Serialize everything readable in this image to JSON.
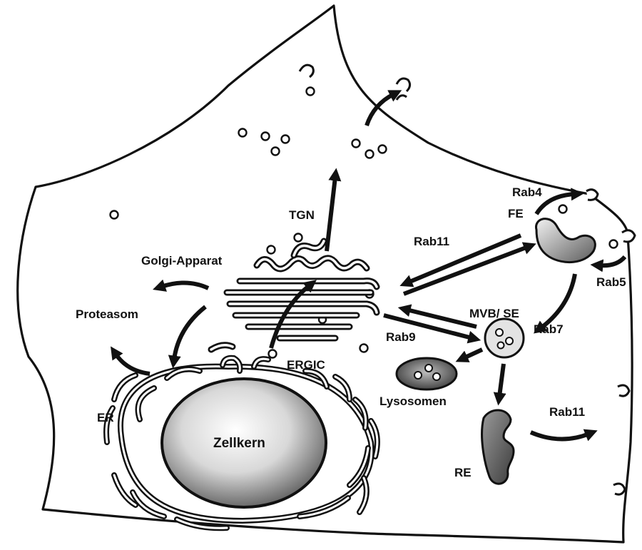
{
  "labels": {
    "tgn": "TGN",
    "golgi": "Golgi-Apparat",
    "proteasom": "Proteasom",
    "er": "ER",
    "ergic": "ERGIC",
    "nucleus": "Zellkern",
    "rab4": "Rab4",
    "fe": "FE",
    "rab11_top": "Rab11",
    "rab5": "Rab5",
    "mvb": "MVB/ SE",
    "rab7": "Rab7",
    "rab9": "Rab9",
    "lysosomen": "Lysosomen",
    "rab11_bottom": "Rab11",
    "re": "RE"
  }
}
